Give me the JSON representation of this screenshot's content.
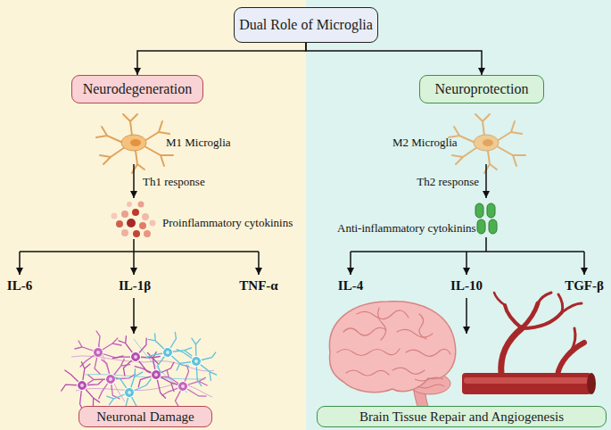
{
  "diagram": {
    "nodes": [
      {
        "text": [
          "Dual Role of Microglia"
        ]
      },
      {
        "text": [
          "Neurodegeneration"
        ]
      },
      {
        "text": [
          "Neuroprotection"
        ]
      },
      {
        "text": [
          "Neuronal Damage"
        ]
      },
      {
        "text": [
          "Brain Tissue Repair and Angiogenesis"
        ]
      }
    ],
    "edges": [
      {
        "from": 0,
        "to": 1,
        "arrow": "to"
      },
      {
        "from": 0,
        "to": 2,
        "arrow": "to"
      }
    ],
    "labels": [
      "M1 Microglia",
      "Th1 response",
      "Proinflammatory cytokinins",
      "IL-6",
      "IL-1β",
      "TNF-α",
      "M2 Microglia",
      "Th2 response",
      "Anti-inflammatory cytokinins",
      "IL-4",
      "IL-10",
      "TGF-β"
    ]
  }
}
